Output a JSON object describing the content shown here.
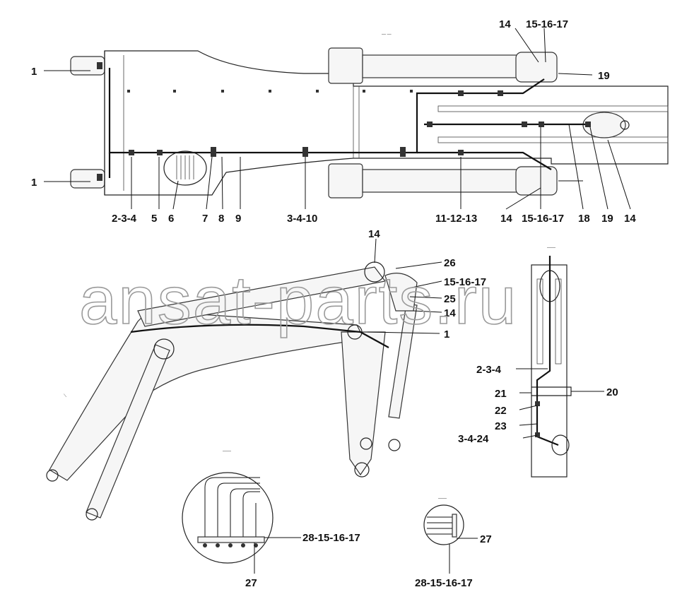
{
  "watermark": "ansat-parts.ru",
  "top_view": {
    "top_left": "1",
    "bottom_left": "1",
    "top_right": [
      "14",
      "15-16-17",
      "19"
    ],
    "bottom_row": [
      "2-3-4",
      "5",
      "6",
      "7",
      "8",
      "9",
      "3-4-10",
      "11-12-13",
      "14",
      "15-16-17",
      "18",
      "19",
      "14"
    ]
  },
  "side_view": {
    "labels": [
      "14",
      "26",
      "15-16-17",
      "25",
      "14",
      "1"
    ]
  },
  "vertical_view": {
    "labels": [
      "2-3-4",
      "21",
      "20",
      "22",
      "23",
      "3-4-24"
    ]
  },
  "detail_left": {
    "right": "28-15-16-17",
    "bottom": "27"
  },
  "detail_right": {
    "right": "27",
    "bottom": "28-15-16-17"
  }
}
